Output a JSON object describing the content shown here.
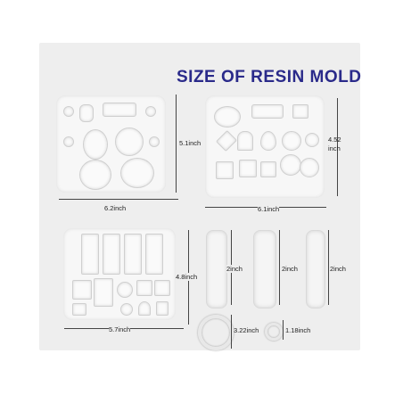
{
  "title": "SIZE OF RESIN MOLD",
  "colors": {
    "accent": "#2a2a8a"
  },
  "dimensions": {
    "mold1_width": "6.2inch",
    "mold1_height": "5.1inch",
    "mold2_width": "6.1inch",
    "mold2_height": "4.52 inch",
    "mold3_width": "5.7inch",
    "mold3_height": "4.8inch",
    "cylinder1_height": "2inch",
    "cylinder2_height": "2inch",
    "cylinder3_height": "2inch",
    "large_ring": "3.22inch",
    "small_ring": "1.18inch"
  }
}
